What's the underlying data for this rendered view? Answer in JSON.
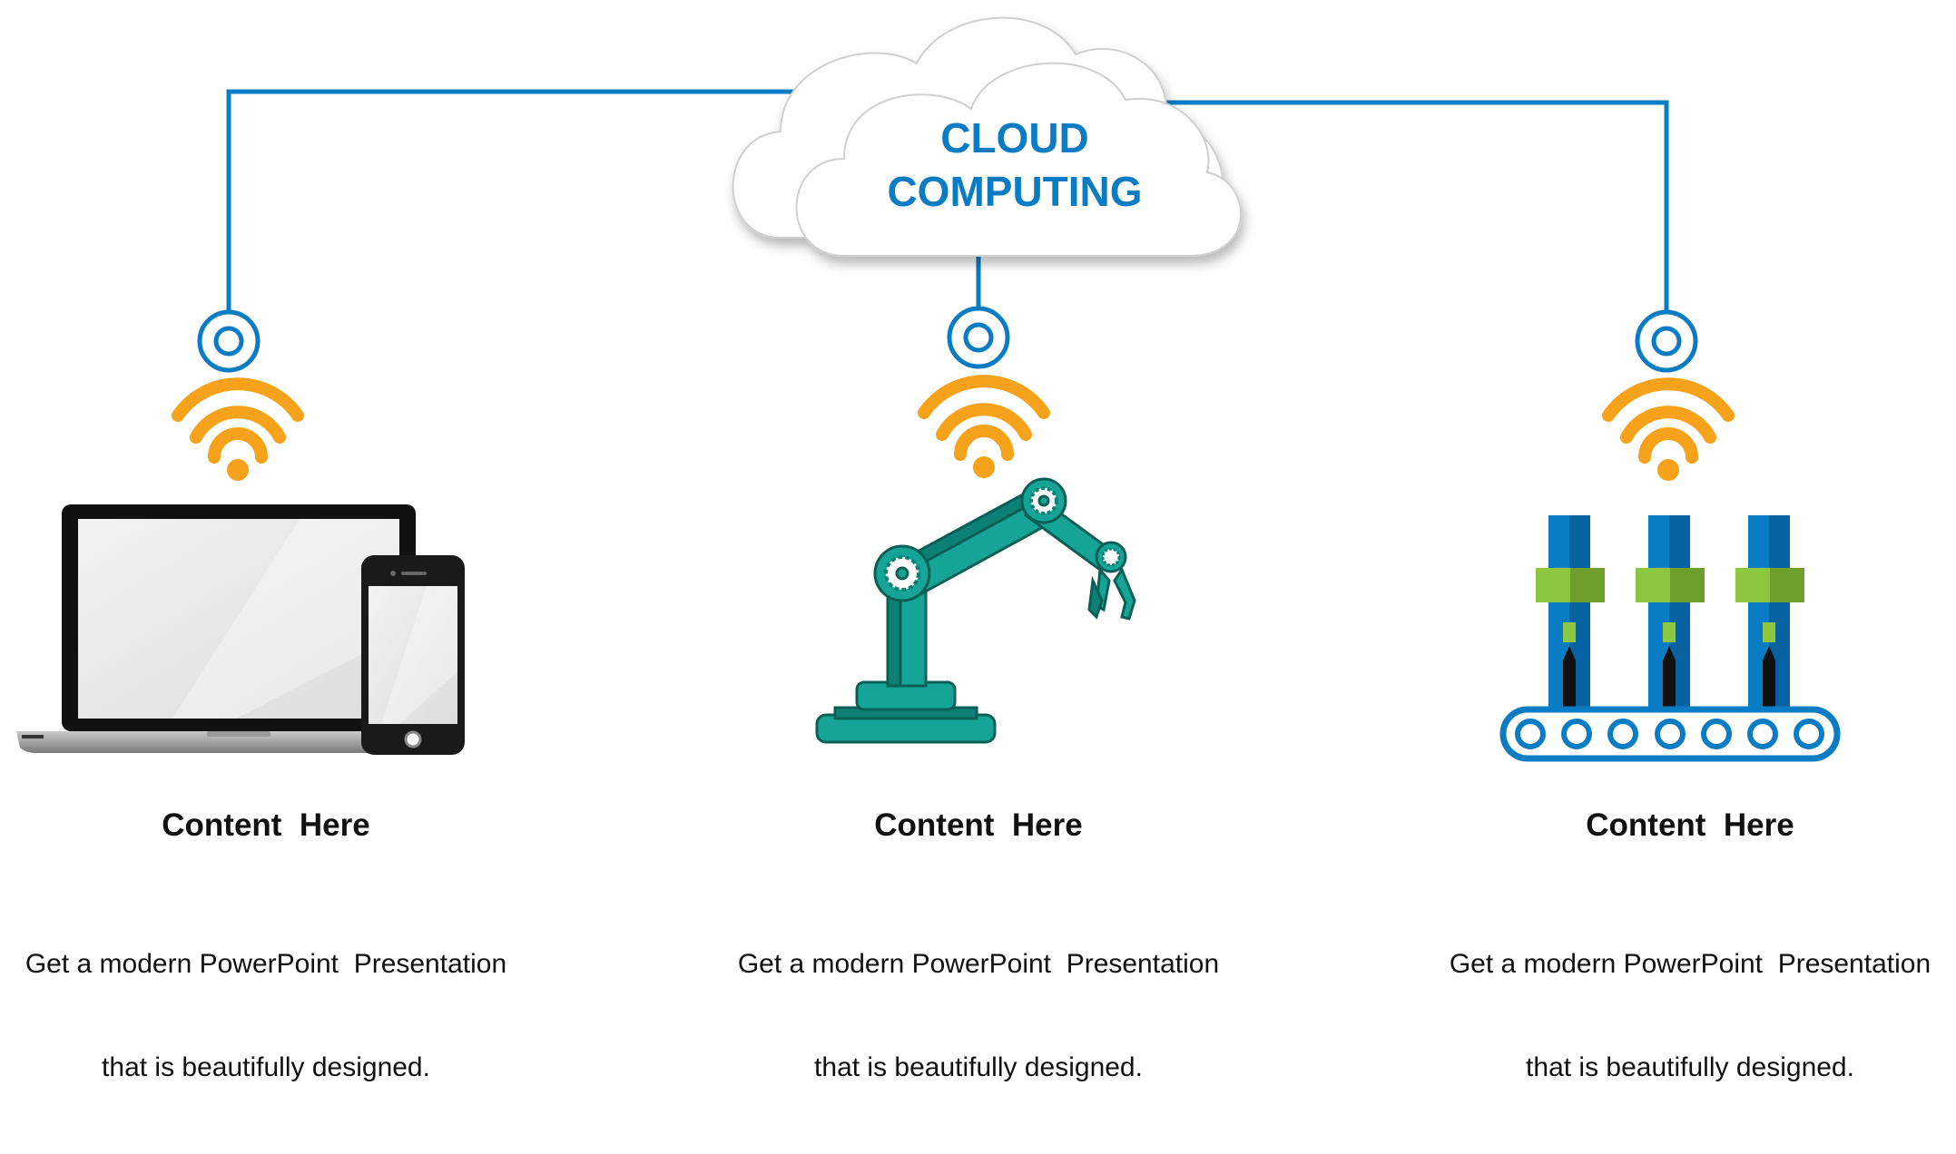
{
  "cloud": {
    "line1": "CLOUD",
    "line2": "COMPUTING",
    "text_color": "#0A7CC4"
  },
  "colors": {
    "connector": "#0A7CC4",
    "wifi": "#F6A21A",
    "robot": "#15A496",
    "robot_dark": "#0E7F74",
    "conveyor": "#0A7CC4",
    "capper_green": "#8DC63F"
  },
  "items": [
    {
      "icon": "laptop-phone-icon",
      "heading": "Content  Here",
      "desc_line1": "Get a modern PowerPoint  Presentation",
      "desc_line2": "that is beautifully designed."
    },
    {
      "icon": "robot-arm-icon",
      "heading": "Content  Here",
      "desc_line1": "Get a modern PowerPoint  Presentation",
      "desc_line2": "that is beautifully designed."
    },
    {
      "icon": "bottling-conveyor-icon",
      "heading": "Content  Here",
      "desc_line1": "Get a modern PowerPoint  Presentation",
      "desc_line2": "that is beautifully designed."
    }
  ]
}
